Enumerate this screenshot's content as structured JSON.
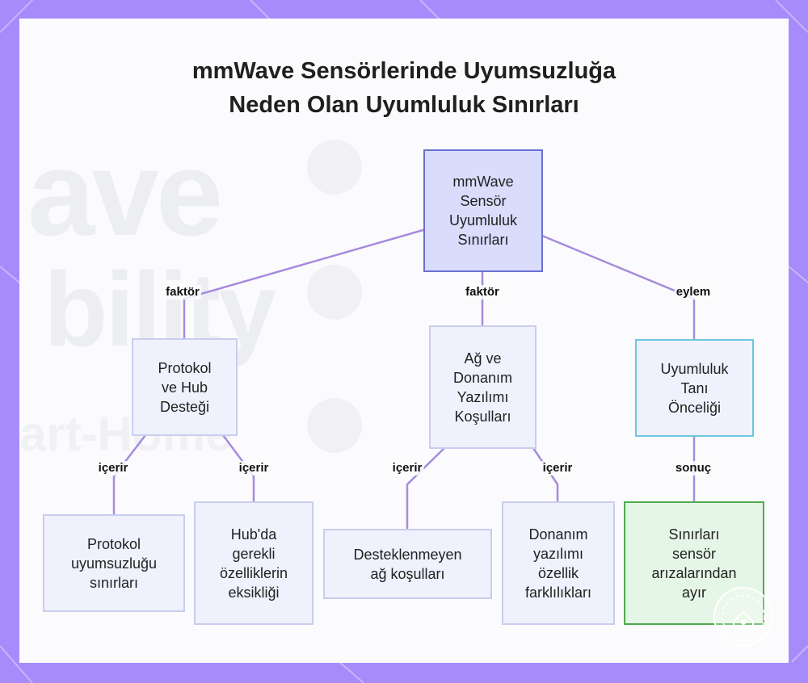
{
  "title": [
    "mmWave Sensörlerinde Uyumsuzluğa",
    "Neden Olan Uyumluluk Sınırları"
  ],
  "colors": {
    "frame": "#a78bfa",
    "panel": "#fbfbfd",
    "edge": "#a78bdc",
    "root_fill": "#d9dcfb",
    "root_border": "#6a6fd4",
    "node_fill": "#eff2fd",
    "node_border": "#c9cdee",
    "cyan_border": "#6cc8db",
    "green_fill": "#e6f6e6",
    "green_border": "#4faa4f"
  },
  "nodes": {
    "root": [
      "mmWave",
      "Sensör",
      "Uyumluluk",
      "Sınırları"
    ],
    "protocol_hub": [
      "Protokol",
      "ve Hub",
      "Desteği"
    ],
    "network_hw": [
      "Ağ ve",
      "Donanım",
      "Yazılımı",
      "Koşulları"
    ],
    "diagnosis": [
      "Uyumluluk",
      "Tanı",
      "Önceliği"
    ],
    "protocol_limits": [
      "Protokol",
      "uyumsuzluğu",
      "sınırları"
    ],
    "hub_features": [
      "Hub'da",
      "gerekli",
      "özelliklerin",
      "eksikliği"
    ],
    "unsupported_network": [
      "Desteklenmeyen",
      "ağ koşulları"
    ],
    "hw_differences": [
      "Donanım",
      "yazılımı",
      "özellik",
      "farklılıkları"
    ],
    "separate_faults": [
      "Sınırları",
      "sensör",
      "arızalarından",
      "ayır"
    ]
  },
  "edges": {
    "root_protocol": "faktör",
    "root_network": "faktör",
    "root_diagnosis": "eylem",
    "protocol_limits": "içerir",
    "protocol_hub": "içerir",
    "network_unsupported": "içerir",
    "network_hw": "içerir",
    "diagnosis_separate": "sonuç"
  }
}
